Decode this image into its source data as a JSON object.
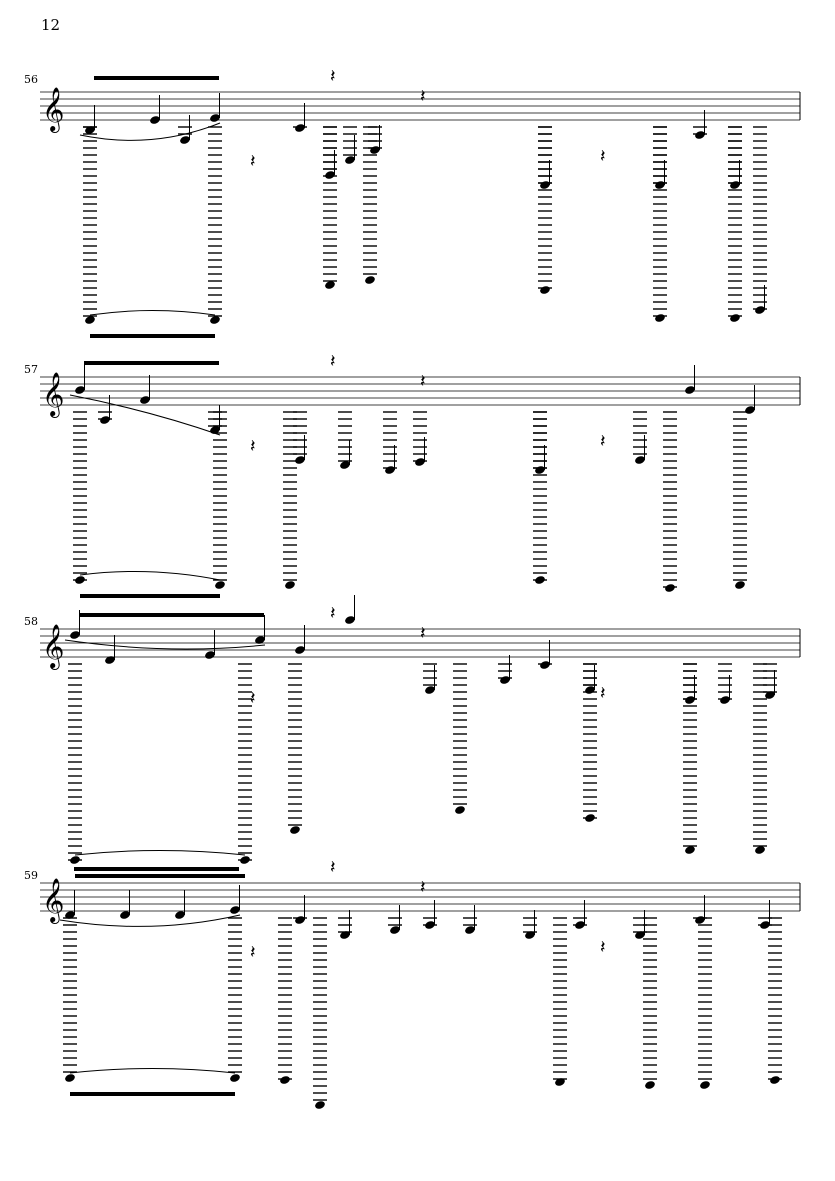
{
  "page_number": "12",
  "systems": [
    {
      "measure_number": "56"
    },
    {
      "measure_number": "57"
    },
    {
      "measure_number": "58"
    },
    {
      "measure_number": "59"
    }
  ],
  "clef": "treble-clef",
  "colors": {
    "ink": "#000000",
    "paper": "#ffffff"
  }
}
